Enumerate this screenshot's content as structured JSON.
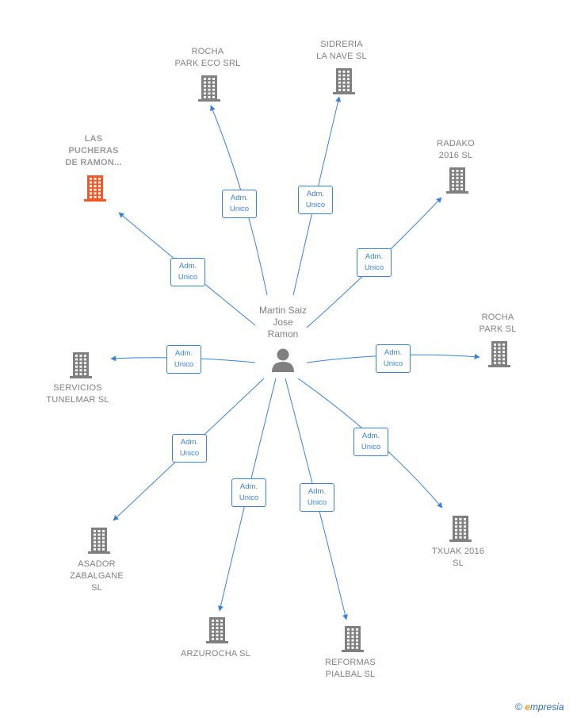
{
  "center": {
    "name": "Martin Saiz\nJose\nRamon",
    "icon": "person-icon"
  },
  "companies": [
    {
      "id": "rocha-park-eco",
      "name": "ROCHA\nPARK ECO SRL",
      "color": "#808080",
      "icon": "building-icon"
    },
    {
      "id": "sidreria-la-nave",
      "name": "SIDRERIA\nLA NAVE  SL",
      "color": "#808080",
      "icon": "building-icon"
    },
    {
      "id": "las-pucheras",
      "name": "LAS\nPUCHERAS\nDE RAMON...",
      "color": "#f05a28",
      "icon": "building-icon"
    },
    {
      "id": "radako-2016",
      "name": "RADAKO\n2016  SL",
      "color": "#808080",
      "icon": "building-icon"
    },
    {
      "id": "rocha-park",
      "name": "ROCHA\nPARK SL",
      "color": "#808080",
      "icon": "building-icon"
    },
    {
      "id": "servicios-tunelmar",
      "name": "SERVICIOS\nTUNELMAR  SL",
      "color": "#808080",
      "icon": "building-icon"
    },
    {
      "id": "txuak-2016",
      "name": "TXUAK 2016\nSL",
      "color": "#808080",
      "icon": "building-icon"
    },
    {
      "id": "asador-zabalgane",
      "name": "ASADOR\nZABALGANE\nSL",
      "color": "#808080",
      "icon": "building-icon"
    },
    {
      "id": "arzurocha",
      "name": "ARZUROCHA SL",
      "color": "#808080",
      "icon": "building-icon"
    },
    {
      "id": "reformas-pialbal",
      "name": "REFORMAS\nPIALBAL  SL",
      "color": "#808080",
      "icon": "building-icon"
    }
  ],
  "role_label": "Adm.\nUnico",
  "edge_color": "#3b82d6",
  "footer": {
    "copyright": "©",
    "brand_first": "e",
    "brand_rest": "mpresia"
  }
}
